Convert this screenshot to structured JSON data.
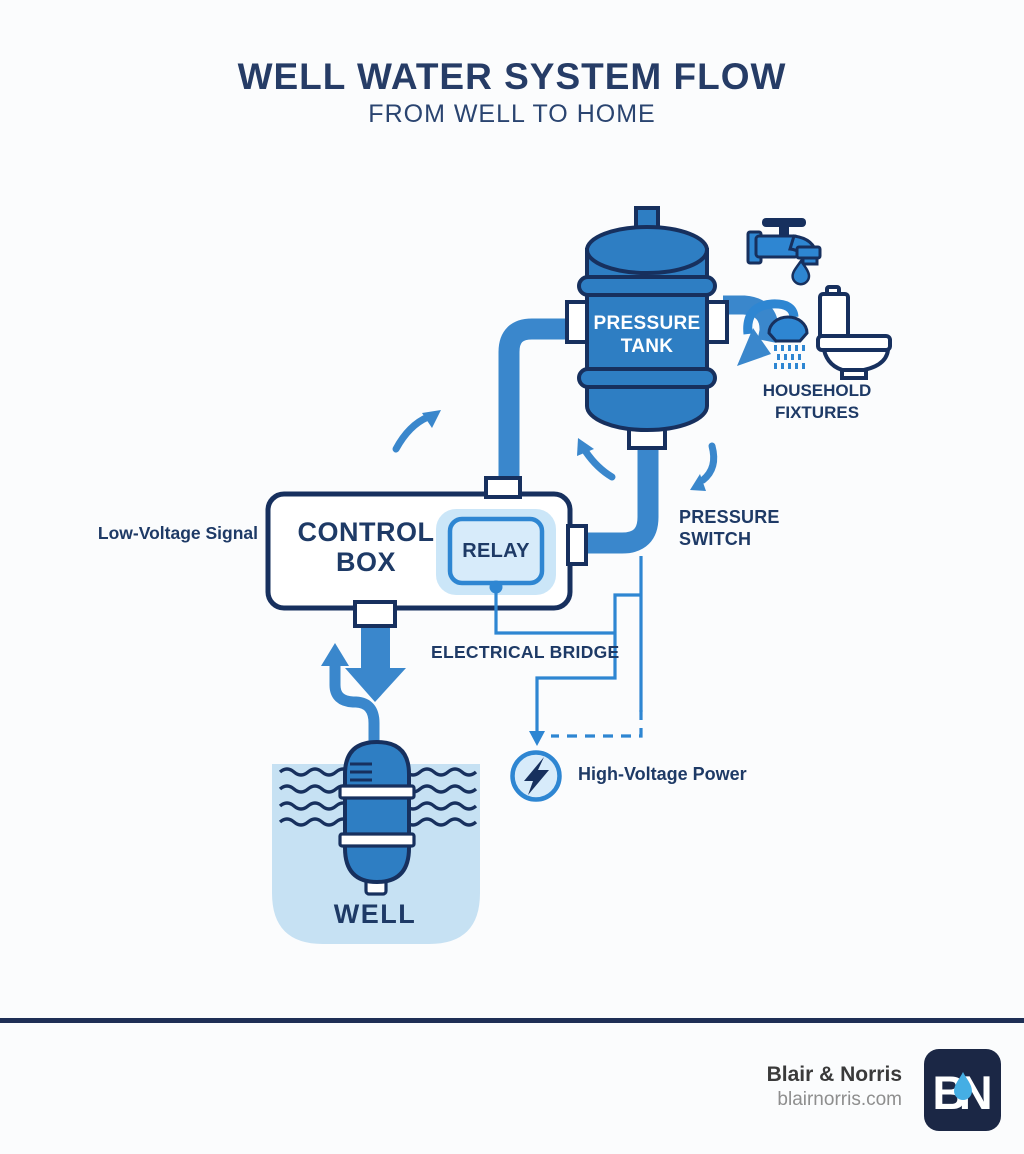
{
  "title": {
    "main": "WELL WATER SYSTEM FLOW",
    "subtitle": "FROM WELL TO HOME"
  },
  "labels": {
    "pressure_tank": "PRESSURE TANK",
    "household_fixtures": "HOUSEHOLD FIXTURES",
    "control_box": "CONTROL BOX",
    "relay": "RELAY",
    "pressure_switch": "PRESSURE SWITCH",
    "low_voltage": "Low-Voltage Signal",
    "electrical_bridge": "ELECTRICAL BRIDGE",
    "high_voltage": "High-Voltage Power",
    "well": "WELL"
  },
  "icons": [
    "faucet-icon",
    "shower-icon",
    "toilet-icon",
    "lightning-icon",
    "water-drop-icon",
    "circulation-arrow-icon",
    "flow-arrow-icon"
  ],
  "footer": {
    "company": "Blair & Norris",
    "website": "blairnorris.com",
    "logo": "BN"
  },
  "colors": {
    "navy_outline": "#17305E",
    "text_navy": "#1E3A66",
    "tank_blue": "#2E7EC3",
    "pipe_blue": "#3A87CC",
    "wire_blue": "#2E86D2",
    "light_blue_fill": "#D7EBFA",
    "relay_glow": "#A9D6F3",
    "well_water_fill": "#C6E1F3",
    "divider_navy": "#1E2F55",
    "logo_bg": "#1B2745",
    "drop_blue": "#45AEE4"
  }
}
